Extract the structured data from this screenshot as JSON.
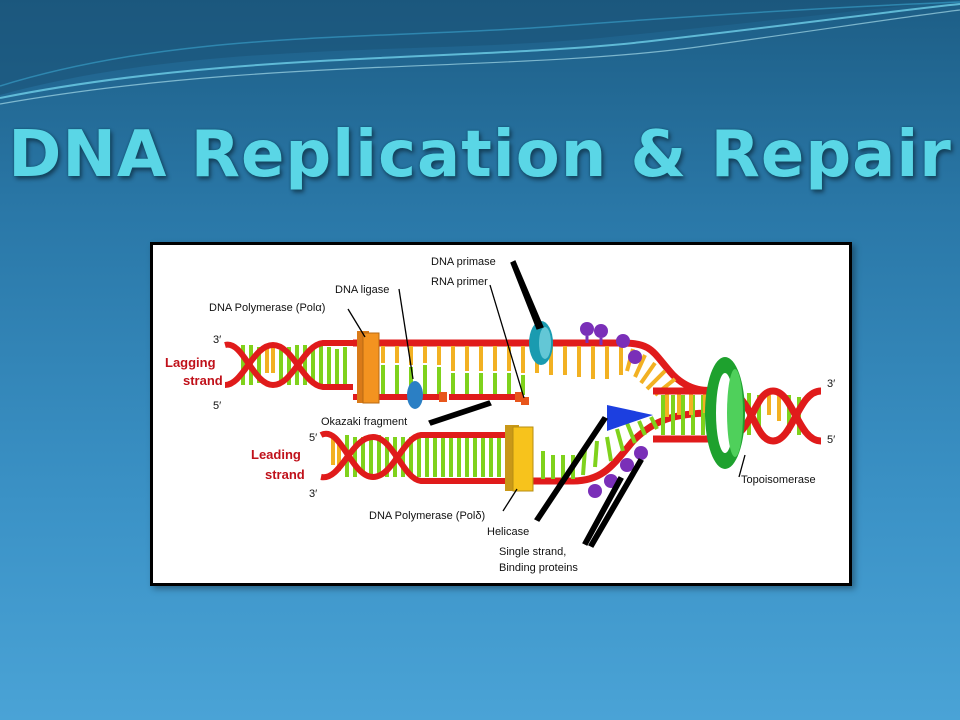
{
  "slide": {
    "title": "DNA Replication & Repair"
  },
  "diagram": {
    "labels": {
      "dna_primase": "DNA primase",
      "rna_primer": "RNA primer",
      "dna_ligase": "DNA ligase",
      "pol_alpha": "DNA Polymerase (Polα)",
      "okazaki": "Okazaki fragment",
      "pol_delta": "DNA Polymerase (Polδ)",
      "helicase": "Helicase",
      "ssb_line1": "Single strand,",
      "ssb_line2": "Binding proteins",
      "topoisomerase": "Topoisomerase",
      "lagging_line1": "Lagging",
      "lagging_line2": "strand",
      "leading_line1": "Leading",
      "leading_line2": "strand",
      "lag_3": "3′",
      "lag_5": "5′",
      "lead_5": "5′",
      "lead_3": "3′",
      "right_3": "3′",
      "right_5": "5′"
    },
    "colors": {
      "backbone": "#e01b1b",
      "base_green": "#7fd21c",
      "base_orange": "#f2b122",
      "pol_alpha": "#f39320",
      "pol_delta": "#f7c31c",
      "helicase": "#1c3fe0",
      "primase": "#1a9bb0",
      "topoisomerase": "#1ea12e",
      "ssb": "#7a2fb8",
      "ligase": "#2b7fc4"
    }
  }
}
